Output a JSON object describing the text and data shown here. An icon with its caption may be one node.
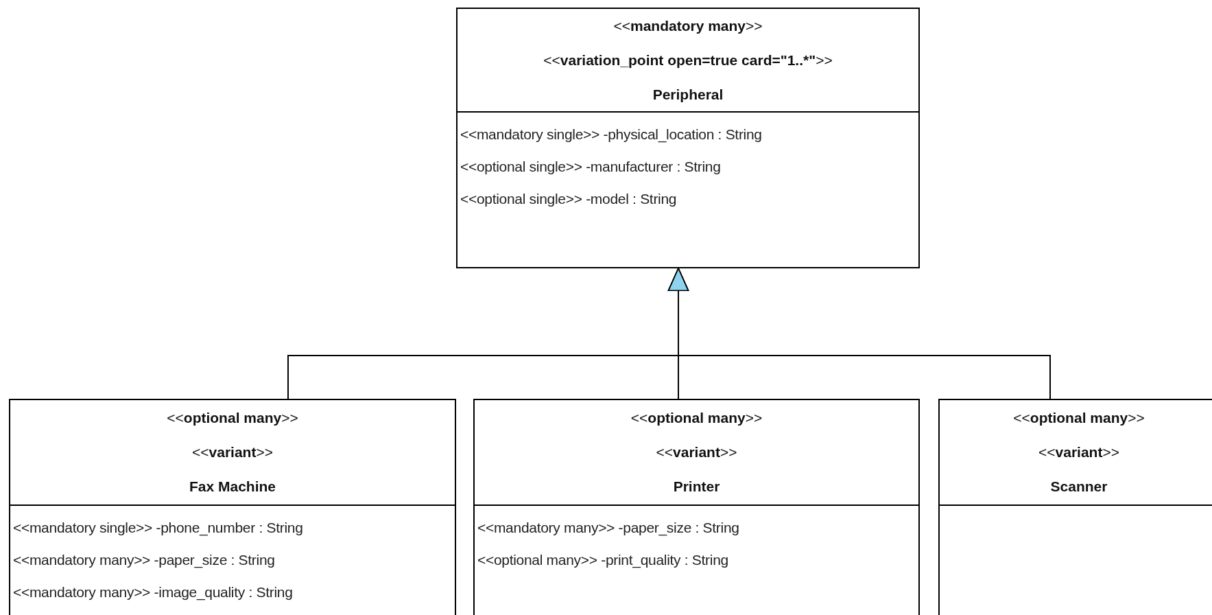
{
  "diagram": {
    "nodes": [
      {
        "text": [
          "<<**mandatory many**>>",
          "<<**variation_point open=true card=\"1..*\"**>>",
          "Peripheral",
          "<<mandatory single>> -physical_location : String",
          "<<optional single>> -manufacturer : String",
          "<<optional single>> -model : String"
        ]
      },
      {
        "text": [
          "<<**optional many**>>",
          "<<**variant**>>",
          "Fax Machine",
          "<<mandatory single>> -phone_number : String",
          "<<mandatory many>> -paper_size : String",
          "<<mandatory many>> -image_quality : String"
        ]
      },
      {
        "text": [
          "<<**optional many**>>",
          "<<**variant**>>",
          "Printer",
          "<<mandatory many>> -paper_size : String",
          "<<optional many>> -print_quality : String"
        ]
      },
      {
        "text": [
          "<<**optional many**>>",
          "<<**variant**>>",
          "Scanner"
        ]
      }
    ],
    "edges": [
      {
        "from": 1,
        "to": 0,
        "arrow": "to"
      },
      {
        "from": 2,
        "to": 0,
        "arrow": "to"
      },
      {
        "from": 3,
        "to": 0,
        "arrow": "to"
      }
    ]
  }
}
